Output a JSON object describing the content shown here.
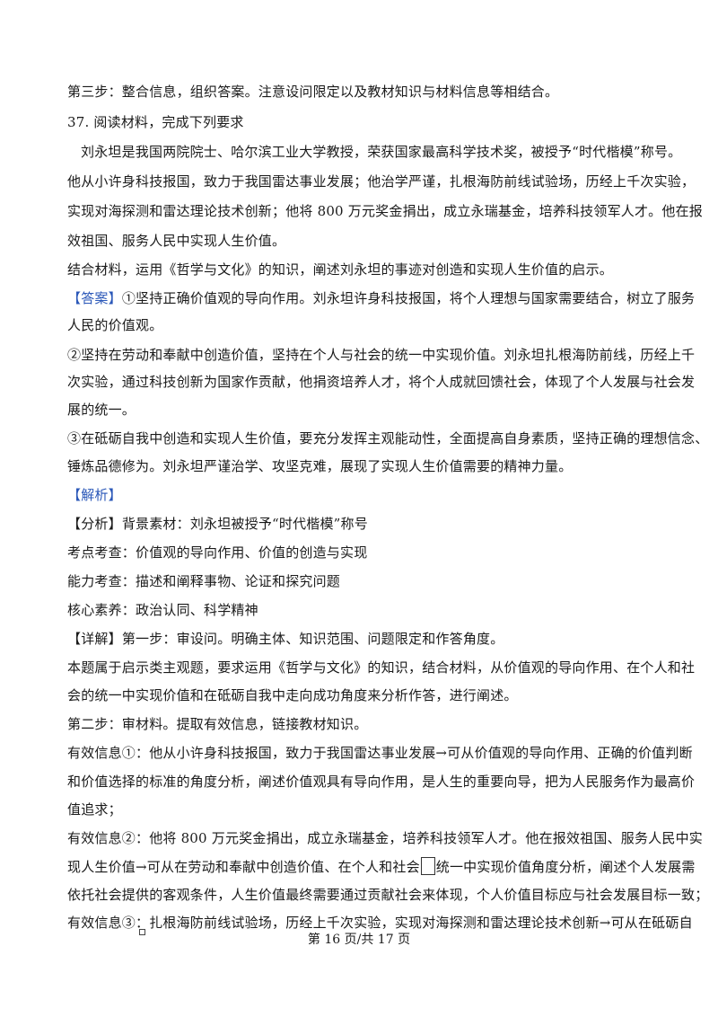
{
  "lines": [
    "第三步：整合信息，组织答案。注意设问限定以及教材知识与材料信息等相结合。",
    "37. 阅读材料，完成下列要求",
    "刘永坦是我国两院院士、哈尔滨工业大学教授，荣获国家最高科学技术奖，被授予“时代楷模”称号。",
    "他从小许身科技报国，致力于我国雷达事业发展；他治学严谨，扎根海防前线试验场，历经上千次实验，",
    "实现对海探测和雷达理论技术创新；他将 800 万元奖金捐出，成立永瑞基金，培养科技领军人才。他在报",
    "效祖国、服务人民中实现人生价值。",
    "结合材料，运用《哲学与文化》的知识，阐述刘永坦的事迹对创造和实现人生价值的启示。",
    "①坚持正确价值观的导向作用。刘永坦许身科技报国，将个人理想与国家需要结合，树立了服务",
    "人民的价值观。",
    "②坚持在劳动和奉献中创造价值，坚持在个人与社会的统一中实现价值。刘永坦扎根海防前线，历经上千",
    "次实验，通过科技创新为国家作贡献，他捐资培养人才，将个人成就回馈社会，体现了个人发展与社会发",
    "展的统一。",
    "③在砥砺自我中创造和实现人生价值，要充分发挥主观能动性，全面提高自身素质，坚持正确的理想信念、",
    "锤炼品德修为。刘永坦严谨治学、攻坚克难，展现了实现人生价值需要的精神力量。",
    "",
    "背景素材：刘永坦被授予“时代楷模”称号",
    "考点考查：价值观的导向作用、价值的创造与实现",
    "能力考查：描述和阐释事物、论证和探究问题",
    "核心素养：政治认同、科学精神",
    "第一步：审设问。明确主体、知识范围、问题限定和作答角度。",
    "本题属于启示类主观题，要求运用《哲学与文化》的知识，结合材料，从价值观的导向作用、在个人和社",
    "会的统一中实现价值和在砥砺自我中走向成功角度来分析作答，进行阐述。",
    "第二步：审材料。提取有效信息，链接教材知识。",
    "有效信息①：他从小许身科技报国，致力于我国雷达事业发展→可从价值观的导向作用、正确的价值判断",
    "和价值选择的标准的角度分析，阐述价值观具有导向作用，是人生的重要向导，把为人民服务作为最高价",
    "值追求；",
    "有效信息②：他将 800 万元奖金捐出，成立永瑞基金，培养科技领军人才。他在报效祖国、服务人民中实",
    "现人生价值→可从在劳动和奉献中创造价值、在个人和社会",
    "依托社会提供的客观条件，人生价值最终需要通过贡献社会来体现，个人价值目标应与社会发展目标一致；",
    "有效信息③：扎根海防前线试验场，历经上千次实验，实现对海探测和雷达理论技术创新→可从在砥砺自"
  ],
  "line27_tail": "统一中实现价值角度分析，阐述个人发展需",
  "tags": {
    "answer": "【答案】",
    "analysis": "【解析】",
    "fenxi": "【分析】",
    "detail": "【详解】"
  },
  "footer": "第 16 页/共 17 页"
}
